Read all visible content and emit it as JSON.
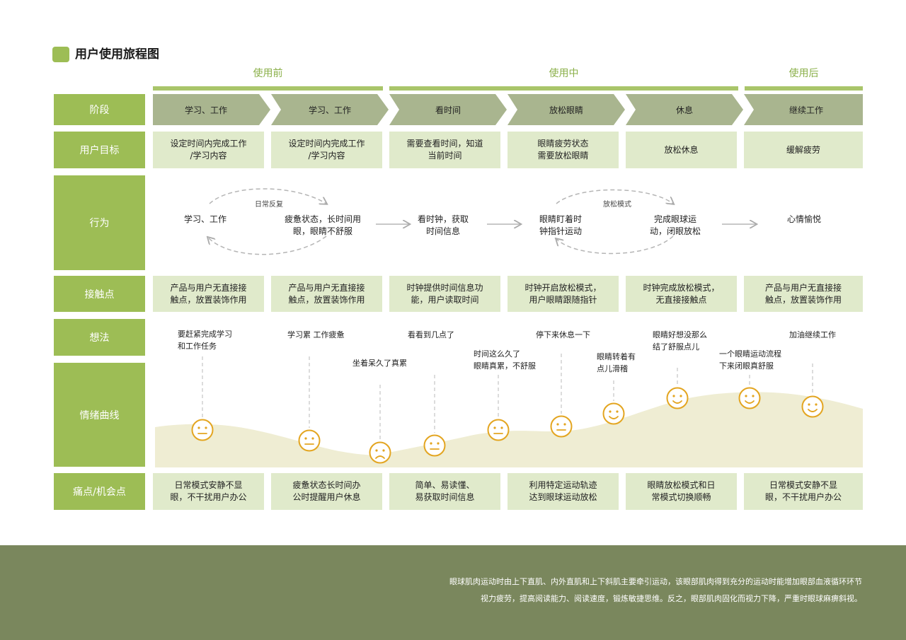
{
  "title": "用户使用旅程图",
  "phases": [
    "使用前",
    "使用中",
    "使用后"
  ],
  "row_labels": {
    "stage": "阶段",
    "goal": "用户目标",
    "behavior": "行为",
    "touchpoint": "接触点",
    "thoughts": "想法",
    "emotion": "情绪曲线",
    "pain": "痛点/机会点"
  },
  "stages": [
    "学习、工作",
    "学习、工作",
    "看时间",
    "放松眼睛",
    "休息",
    "继续工作"
  ],
  "goals": [
    "设定时间内完成工作\n/学习内容",
    "设定时间内完成工作\n/学习内容",
    "需要查看时间，知道\n当前时间",
    "眼睛疲劳状态\n需要放松眼睛",
    "放松休息",
    "缓解疲劳"
  ],
  "behaviors": [
    "学习、工作",
    "疲惫状态，长时间用\n眼，眼睛不舒服",
    "看时钟，获取\n时间信息",
    "眼睛盯着时\n钟指针运动",
    "完成眼球运\n动，闭眼放松",
    "心情愉悦"
  ],
  "behavior_loops": [
    "日常反复",
    "放松模式"
  ],
  "touchpoints": [
    "产品与用户无直接接\n触点，放置装饰作用",
    "产品与用户无直接接\n触点，放置装饰作用",
    "时钟提供时间信息功\n能，用户读取时间",
    "时钟开启放松模式，\n用户眼睛跟随指针",
    "时钟完成放松模式，\n无直接接触点",
    "产品与用户无直接接\n触点，放置装饰作用"
  ],
  "thoughts": [
    "要赶紧完成学习\n和工作任务",
    "学习累 工作疲惫",
    "坐着呆久了真累",
    "看看到几点了",
    "时间这么久了\n眼睛真累，不舒服",
    "停下来休息一下",
    "眼睛转着有\n点儿滑稽",
    "眼睛好想没那么\n结了舒服点儿",
    "一个眼睛运动流程\n下来闭眼真舒服",
    "加油继续工作"
  ],
  "emotions": [
    "neutral",
    "neutral",
    "sad",
    "neutral",
    "neutral",
    "neutral",
    "happy",
    "happy",
    "happy",
    "happy"
  ],
  "pains": [
    "日常模式安静不显\n眼，不干扰用户办公",
    "疲惫状态长时间办\n公时提醒用户休息",
    "简单、易读懂、\n易获取时间信息",
    "利用特定运动轨迹\n达到眼球运动放松",
    "眼睛放松模式和日\n常模式切换顺畅",
    "日常模式安静不显\n眼，不干扰用户办公"
  ],
  "footer_lines": [
    "眼球肌肉运动时由上下直肌、内外直肌和上下斜肌主要牵引运动，该眼部肌肉得到充分的运动时能增加眼部血液循环环节",
    "视力疲劳，提高阅读能力、阅读速度，锻炼敏捷思维。反之，眼部肌肉固化而视力下降，严重时眼球麻痹斜视。"
  ],
  "colors": {
    "accent": "#9dbd55",
    "stage_fill": "#a9b58f",
    "cell_bg": "#e0eacb",
    "curve_fill": "#efedd3",
    "face": "#e3a520",
    "footer_bg": "#7a875d"
  }
}
